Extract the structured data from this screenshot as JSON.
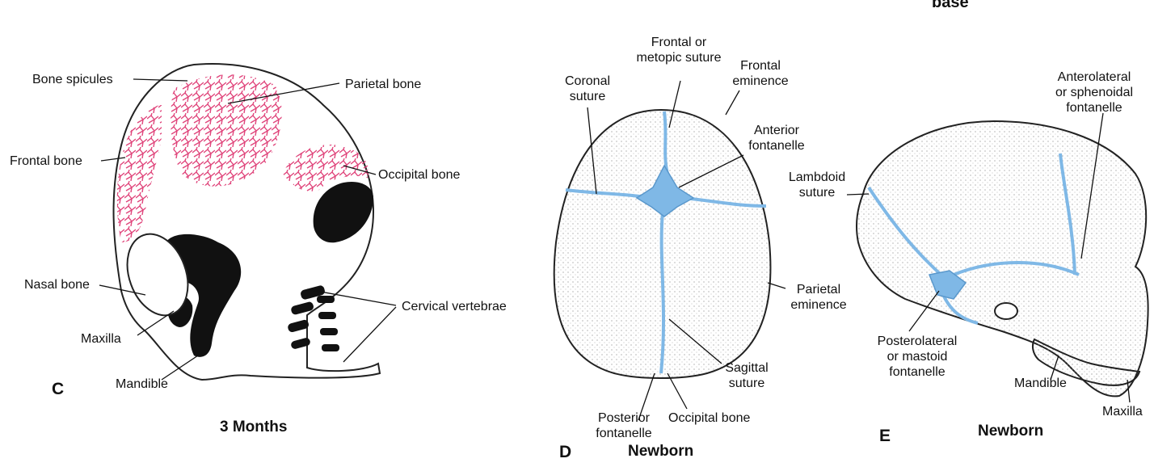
{
  "top_fragment": "base",
  "colors": {
    "bone_pink": "#e0457b",
    "suture_blue": "#7fb8e6",
    "black_bone": "#111111",
    "skull_fill": "#f4f4f4"
  },
  "panel_c": {
    "letter": "C",
    "caption": "3 Months",
    "labels": {
      "bone_spicules": "Bone spicules",
      "parietal_bone": "Parietal bone",
      "frontal_bone": "Frontal bone",
      "occipital_bone": "Occipital bone",
      "nasal_bone": "Nasal bone",
      "cervical_vertebrae": "Cervical vertebrae",
      "maxilla": "Maxilla",
      "mandible": "Mandible"
    }
  },
  "panel_d": {
    "letter": "D",
    "caption": "Newborn",
    "labels": {
      "frontal_metopic_suture": "Frontal or\nmetopic suture",
      "coronal_suture": "Coronal\nsuture",
      "frontal_eminence": "Frontal\neminence",
      "anterior_fontanelle": "Anterior\nfontanelle",
      "parietal_eminence": "Parietal\neminence",
      "sagittal_suture": "Sagittal\nsuture",
      "posterior_fontanelle": "Posterior\nfontanelle",
      "occipital_bone": "Occipital bone"
    }
  },
  "panel_e": {
    "letter": "E",
    "caption": "Newborn",
    "labels": {
      "anterolateral_fontanelle": "Anterolateral\nor sphenoidal\nfontanelle",
      "lambdoid_suture": "Lambdoid\nsuture",
      "posterolateral_fontanelle": "Posterolateral\nor mastoid\nfontanelle",
      "mandible": "Mandible",
      "maxilla": "Maxilla"
    }
  }
}
